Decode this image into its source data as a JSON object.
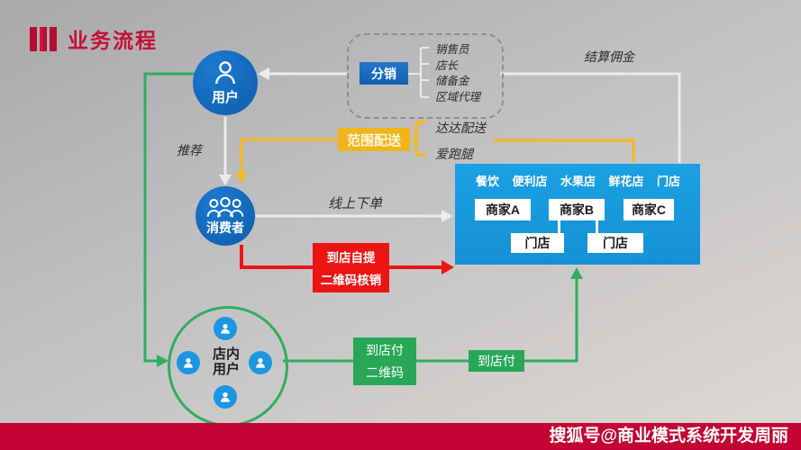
{
  "title": {
    "text": "业务流程"
  },
  "colors": {
    "accent_red": "#c51036",
    "flow_red": "#ed1414",
    "node_blue": "#1266b8",
    "platform_blue": "#1a9de0",
    "avatar_blue": "#1b96e3",
    "flow_green": "#2fae60",
    "flow_yellow": "#f2b929",
    "footer_red": "#c40433",
    "line_gray": "#ebebe8"
  },
  "distribution": {
    "label": "分销",
    "items": [
      "销售员",
      "店长",
      "储备金",
      "区域代理"
    ]
  },
  "labels": {
    "commission": "结算佣金",
    "recommend": "推荐",
    "online_order": "线上下单",
    "range_delivery": "范围配送",
    "dada_delivery": "达达配送",
    "errand_runner": "爱跑腿"
  },
  "nodes": {
    "user": "用户",
    "consumer": "消费者",
    "store_users": {
      "line1": "店内",
      "line2": "用户"
    }
  },
  "platform": {
    "categories": [
      "餐饮",
      "便利店",
      "水果店",
      "鲜花店",
      "门店"
    ],
    "merchants": [
      "商家A",
      "商家B",
      "商家C"
    ],
    "stores": [
      "门店",
      "门店"
    ]
  },
  "pickup_box": {
    "line1": "到店自提",
    "line2": "二维码核销"
  },
  "pay_box1": {
    "line1": "到店付",
    "line2": "二维码"
  },
  "pay_box2": {
    "label": "到店付"
  },
  "footer": {
    "text": "搜狐号@商业模式系统开发周丽"
  }
}
